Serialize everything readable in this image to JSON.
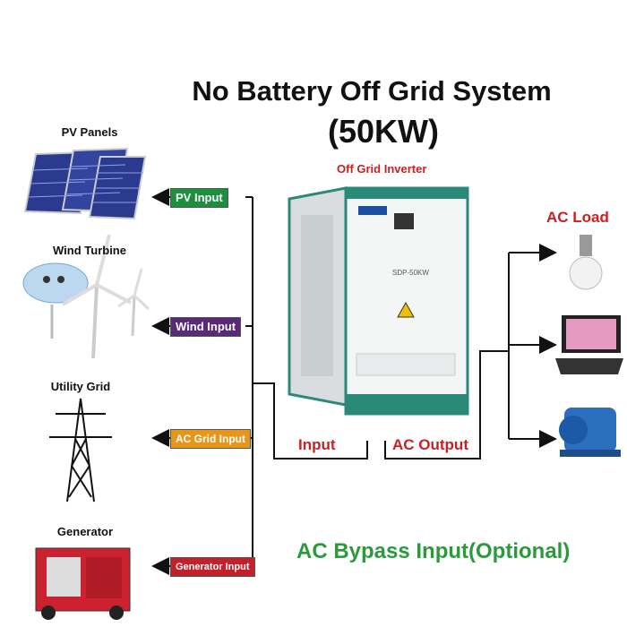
{
  "title": {
    "line1": "No Battery Off Grid System",
    "line2": "(50KW)"
  },
  "inverter": {
    "label": "Off Grid Inverter",
    "model": "SDP-50KW"
  },
  "sources": [
    {
      "label": "PV Panels",
      "tag": "PV Input",
      "color": "#1a8f3c"
    },
    {
      "label": "Wind Turbine",
      "tag": "Wind Input",
      "color": "#5a2a7a"
    },
    {
      "label": "Utility Grid",
      "tag": "AC Grid Input",
      "color": "#e8961a"
    },
    {
      "label": "Generator",
      "tag": "Generator Input",
      "color": "#c4202a"
    }
  ],
  "labels": {
    "input": "Input",
    "output": "AC Output",
    "ac_load": "AC Load"
  },
  "bypass": "AC Bypass Input(Optional)"
}
